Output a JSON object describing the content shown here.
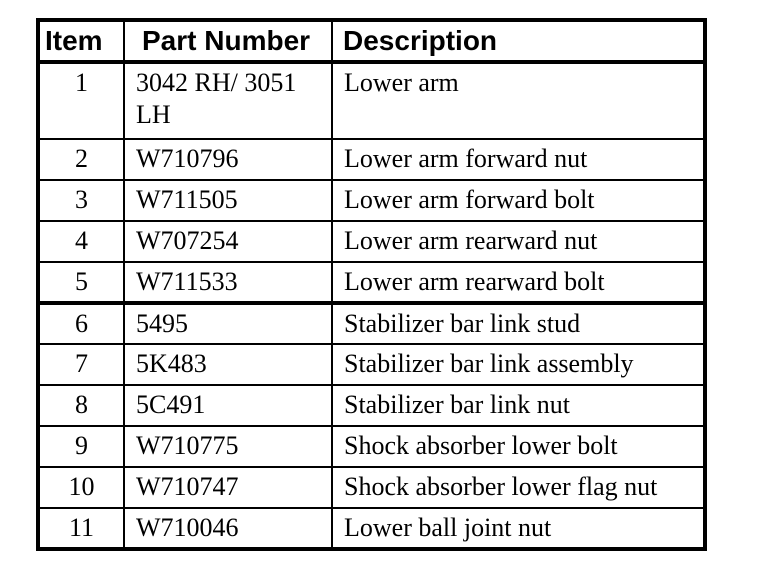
{
  "table": {
    "columns": [
      "Item",
      "Part Number",
      "Description"
    ],
    "rows": [
      {
        "item": "1",
        "part_number": "3042 RH/ 3051 LH",
        "description": "Lower arm"
      },
      {
        "item": "2",
        "part_number": "W710796",
        "description": "Lower arm forward nut"
      },
      {
        "item": "3",
        "part_number": "W711505",
        "description": "Lower arm forward bolt"
      },
      {
        "item": "4",
        "part_number": "W707254",
        "description": "Lower arm rearward nut"
      },
      {
        "item": "5",
        "part_number": "W711533",
        "description": "Lower arm rearward bolt"
      },
      {
        "item": "6",
        "part_number": "5495",
        "description": "Stabilizer bar link stud"
      },
      {
        "item": "7",
        "part_number": "5K483",
        "description": "Stabilizer bar link assembly"
      },
      {
        "item": "8",
        "part_number": "5C491",
        "description": "Stabilizer bar link nut"
      },
      {
        "item": "9",
        "part_number": "W710775",
        "description": "Shock absorber lower bolt"
      },
      {
        "item": "10",
        "part_number": "W710747",
        "description": "Shock absorber lower flag nut"
      },
      {
        "item": "11",
        "part_number": "W710046",
        "description": "Lower ball joint nut"
      }
    ],
    "colors": {
      "border": "#000000",
      "background": "#ffffff",
      "text": "#000000"
    }
  }
}
